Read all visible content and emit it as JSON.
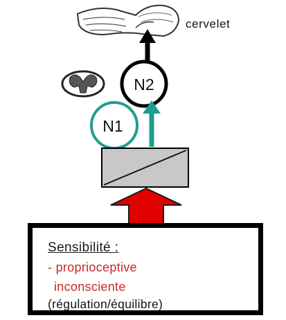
{
  "labels": {
    "cervelet": "cervelet",
    "neuron2": "N2",
    "neuron1": "N1"
  },
  "sensibilite": {
    "title": "Sensibilité :",
    "dash": "- ",
    "line1": "proprioceptive",
    "line2": "inconsciente",
    "line3": "(régulation/équilibre)"
  },
  "colors": {
    "teal": "#1f9e8f",
    "red_arrow": "#e00000",
    "black": "#000000",
    "red_text": "#c8282d",
    "receptor_fill": "#c8c8c8"
  },
  "icons": {
    "cerebellum": "cerebellum-icon",
    "spinal_cord": "spinal-cord-icon",
    "receptor": "receptor-icon"
  }
}
